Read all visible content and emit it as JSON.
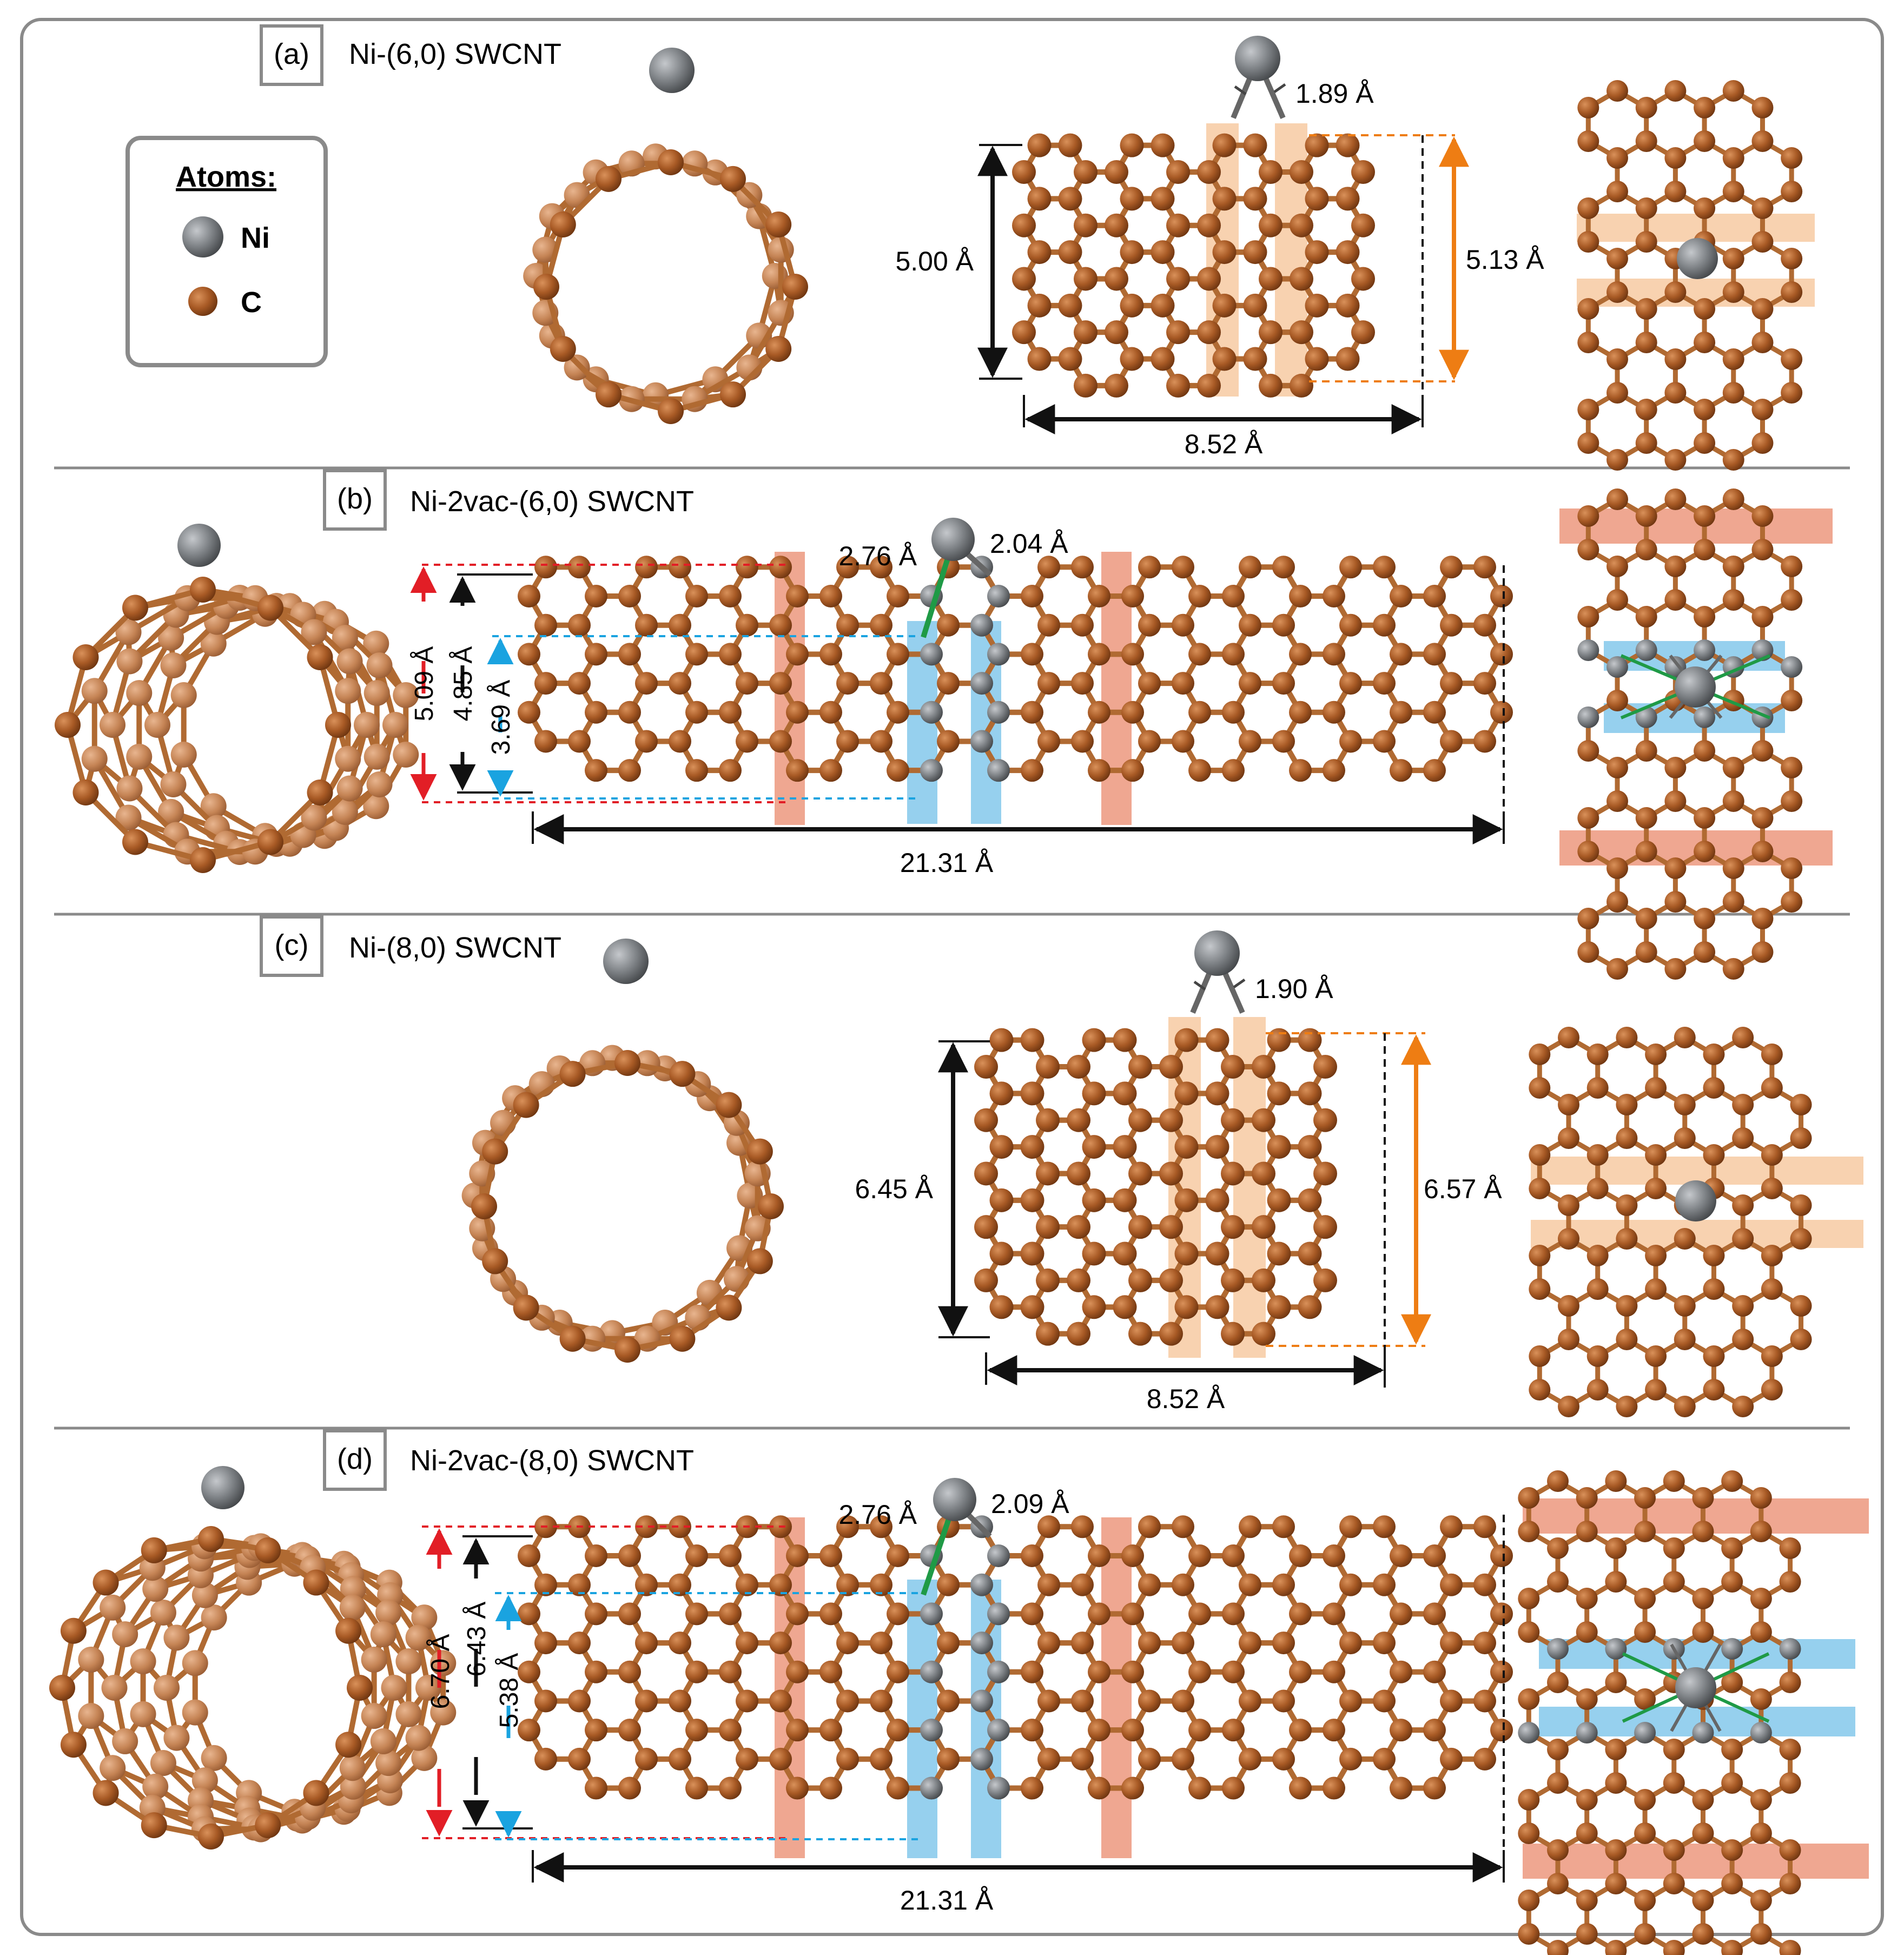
{
  "legend": {
    "title": "Atoms:",
    "items": [
      {
        "label": "Ni",
        "color": "#8c8f93"
      },
      {
        "label": "C",
        "color": "#b0612a"
      }
    ]
  },
  "colors": {
    "carbon": "#a85a25",
    "carbon_light": "#c98a5a",
    "nickel": "#7e8286",
    "bond": "#b06a32",
    "orange_band": "#f6c79c",
    "blue_band": "#7cc4ea",
    "red_band": "#ea8a6c",
    "dim_black": "#111111",
    "dim_orange": "#ee7d13",
    "dim_red": "#e21e26",
    "dim_blue": "#1aa3e0",
    "bond_green": "#1f9a46",
    "bond_gray": "#666666"
  },
  "panels": {
    "a": {
      "tag": "(a)",
      "title": "Ni-(6,0) SWCNT",
      "ni_bond": "1.89 Å",
      "height_left": "5.00 Å",
      "height_right": "5.13 Å",
      "width": "8.52 Å"
    },
    "b": {
      "tag": "(b)",
      "title": "Ni-2vac-(6,0) SWCNT",
      "ni_bond_long": "2.76 Å",
      "ni_bond_short": "2.04 Å",
      "height_red": "5.09 Å",
      "height_black": "4.85 Å",
      "height_blue": "3.69 Å",
      "width": "21.31 Å"
    },
    "c": {
      "tag": "(c)",
      "title": "Ni-(8,0) SWCNT",
      "ni_bond": "1.90 Å",
      "height_left": "6.45 Å",
      "height_right": "6.57 Å",
      "width": "8.52 Å"
    },
    "d": {
      "tag": "(d)",
      "title": "Ni-2vac-(8,0) SWCNT",
      "ni_bond_long": "2.76 Å",
      "ni_bond_short": "2.09 Å",
      "height_red": "6.70 Å",
      "height_black": "6.43 Å",
      "height_blue": "5.38 Å",
      "width": "21.31 Å"
    }
  }
}
